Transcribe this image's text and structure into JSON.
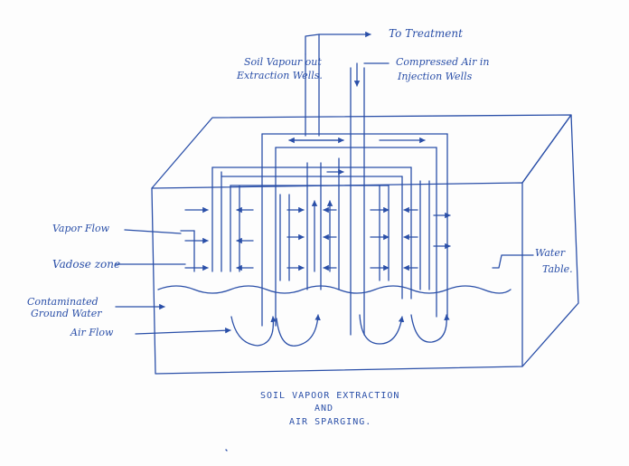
{
  "labels": {
    "to_treatment": "To Treatment",
    "soil_vapour_line1": "Soil Vapour out",
    "soil_vapour_line2": "Extraction Wells.",
    "compressed_air_line1": "Compressed Air in",
    "compressed_air_line2": "Injection Wells",
    "vapor_flow": "Vapor Flow",
    "vadose_zone": "Vadose zone",
    "contaminated_line1": "Contaminated",
    "contaminated_line2": "Ground Water",
    "air_flow": "Air Flow",
    "water_table_line1": "Water",
    "water_table_line2": "Table."
  },
  "caption": {
    "line1": "SOIL VAPOOR EXTRACTION",
    "line2": "AND",
    "line3": "AIR SPARGING."
  },
  "colors": {
    "ink": "#2a4fa8",
    "paper": "#fdfdfd"
  }
}
